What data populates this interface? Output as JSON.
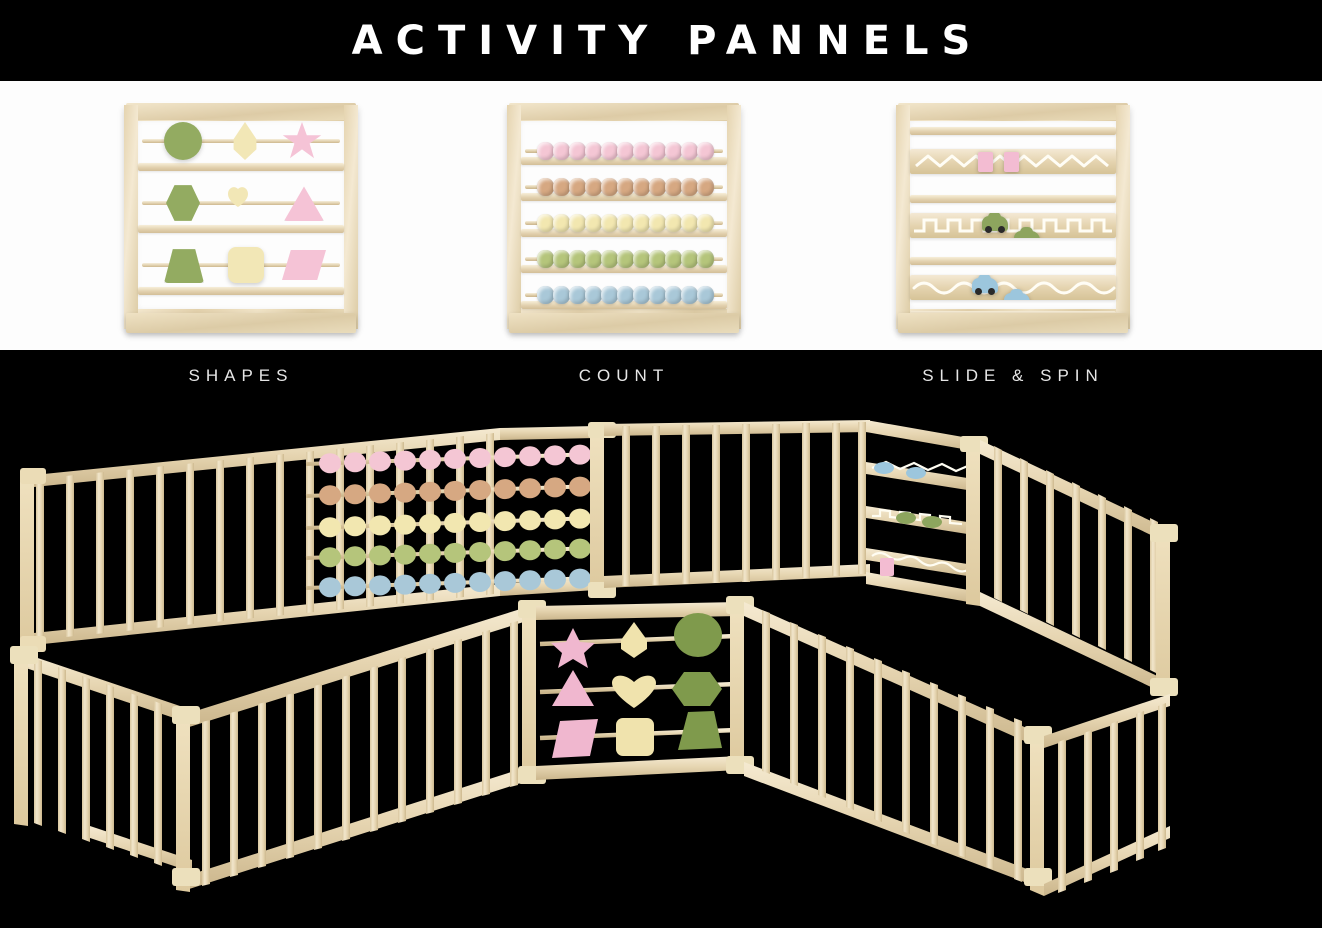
{
  "header": {
    "title": "ACTIVITY PANNELS"
  },
  "panels": [
    {
      "id": "shapes",
      "caption": "SHAPES",
      "type": "shape-sorter",
      "rows": [
        {
          "shapes": [
            {
              "name": "circle",
              "color": "#93ab61"
            },
            {
              "name": "teardrop",
              "color": "#f2e7b6"
            },
            {
              "name": "star",
              "color": "#f5c3d6"
            }
          ]
        },
        {
          "shapes": [
            {
              "name": "hexagon",
              "color": "#93ab61"
            },
            {
              "name": "heart",
              "color": "#f2e7b6"
            },
            {
              "name": "triangle",
              "color": "#f5c3d6"
            }
          ]
        },
        {
          "shapes": [
            {
              "name": "trapezoid",
              "color": "#93ab61"
            },
            {
              "name": "square",
              "color": "#f2e7b6"
            },
            {
              "name": "parallelogram",
              "color": "#f5c3d6"
            }
          ]
        }
      ]
    },
    {
      "id": "count",
      "caption": "COUNT",
      "type": "abacus",
      "bead_rows": [
        {
          "color": "#f4c6d4",
          "name": "pink",
          "count": 11
        },
        {
          "color": "#d6a882",
          "name": "tan",
          "count": 11
        },
        {
          "color": "#f2e7b0",
          "name": "cream",
          "count": 11
        },
        {
          "color": "#b5c57b",
          "name": "green",
          "count": 11
        },
        {
          "color": "#a9c8d8",
          "name": "blue",
          "count": 11
        }
      ]
    },
    {
      "id": "slide-spin",
      "caption": "SLIDE & SPIN",
      "type": "slide-track",
      "tracks": [
        {
          "wave": "zigzag",
          "slider": "block",
          "color": "#f3bcd2",
          "count": 2
        },
        {
          "wave": "square-wave",
          "slider": "car",
          "color": "#8da55e",
          "count": 2
        },
        {
          "wave": "sine",
          "slider": "car",
          "color": "#9cc6dd",
          "count": 2
        }
      ]
    }
  ],
  "hero": {
    "name": "wooden-baby-playpen",
    "wood_color": "#e7d7b4",
    "background": "#000000",
    "integrated_panels": [
      "count",
      "slide-spin",
      "shapes"
    ]
  },
  "colors": {
    "background": "#000000",
    "band": "#fdfdfd",
    "title": "#ffffff",
    "caption": "#e6e6e6",
    "wood_light": "#f4e9d2",
    "wood_mid": "#e5d4b0",
    "wood_dark": "#d3bf98",
    "green": "#93ab61",
    "cream": "#f2e7b6",
    "pink": "#f5c3d6"
  }
}
